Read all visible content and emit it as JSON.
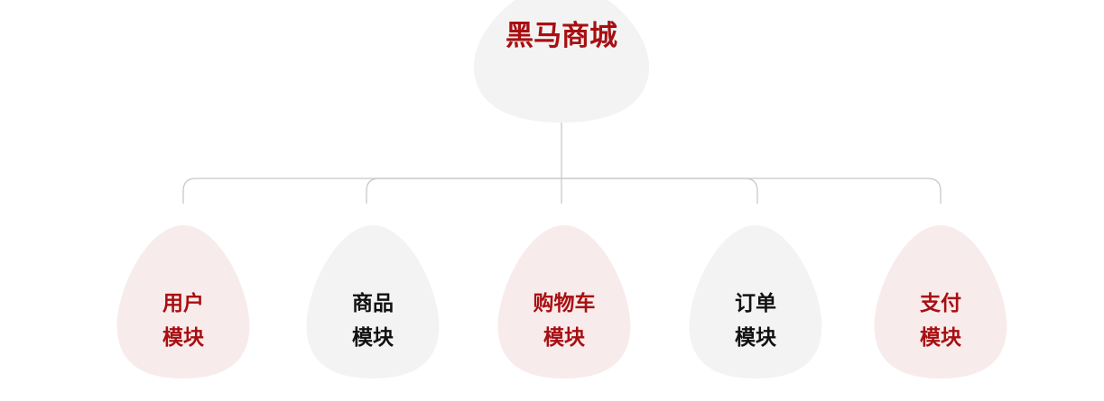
{
  "root": {
    "label": "黑马商城",
    "text_color": "#a80f12",
    "fill": "#f3f3f3"
  },
  "connector_color": "#c8c8c8",
  "modules": [
    {
      "line1": "用户",
      "line2": "模块",
      "text_color": "#a80f12",
      "fill": "#f8ebeb"
    },
    {
      "line1": "商品",
      "line2": "模块",
      "text_color": "#111111",
      "fill": "#f3f3f3"
    },
    {
      "line1": "购物车",
      "line2": "模块",
      "text_color": "#a80f12",
      "fill": "#f8ebeb"
    },
    {
      "line1": "订单",
      "line2": "模块",
      "text_color": "#111111",
      "fill": "#f3f3f3"
    },
    {
      "line1": "支付",
      "line2": "模块",
      "text_color": "#a80f12",
      "fill": "#f8ebeb"
    }
  ]
}
